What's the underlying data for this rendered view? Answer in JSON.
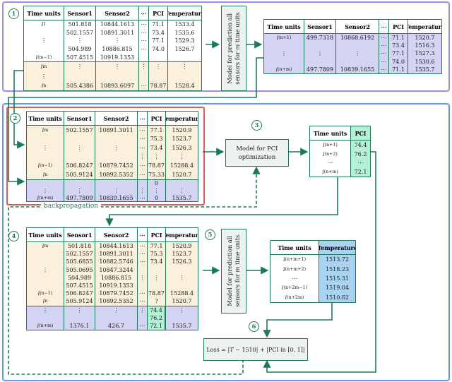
{
  "steps": [
    "1",
    "2",
    "3",
    "4",
    "5",
    "6"
  ],
  "colors": {
    "green": "#1d7a56",
    "cream": "#faf0dc",
    "lavender": "#d3d3f3",
    "mint": "#b4f0d3",
    "blue_cell": "#a9d3f1",
    "white": "#ffffff",
    "red_frame": "#e05c5c",
    "purple_frame": "#9e8cee",
    "blue_frame": "#5b9cf2",
    "box_fill": "#eef2ef"
  },
  "labels": {
    "model_predict_lines": [
      "Model for prediction all",
      "sensors for m time units"
    ],
    "model_pci_lines": [
      "Model for PCI",
      "optimization"
    ],
    "backprop": "backpropagation",
    "loss": "Loss = |T − 1510| + |PCI in [0, 1]|"
  },
  "tables": {
    "t1": {
      "columns": [
        "Time units",
        "Sensor1",
        "Sensor2",
        "⋯",
        "PCI",
        "Temperature"
      ],
      "sections": [
        {
          "bg": "white",
          "rows": [
            [
              "i_1",
              "501.818",
              "10844.1613",
              "⋯",
              "71.1",
              "1533.4"
            ],
            [
              "",
              "502.1557",
              "10891.3011",
              "⋯",
              "73.4",
              "1535.6"
            ],
            [
              "⋮",
              "⋮",
              "⋮",
              "⋯",
              "77.1",
              "1529.3"
            ],
            [
              "",
              "504.989",
              "10886.815",
              "⋯",
              "74.0",
              "1526.7"
            ],
            [
              "i_(m−1)",
              "507.4515",
              "10919.1353",
              "",
              "",
              ""
            ]
          ]
        },
        {
          "bg": "cream",
          "rows": [
            [
              "i_m",
              "⋮",
              "⋮",
              "⋮",
              "⋮",
              "⋮"
            ],
            [
              "⋮",
              "",
              "",
              "",
              "",
              ""
            ],
            [
              "i_n",
              "505.4386",
              "10893.6097",
              "⋯",
              "78.87",
              "1528.4"
            ]
          ]
        }
      ]
    },
    "tpred": {
      "columns": [
        "Time units",
        "Sensor1",
        "Sensor2",
        "⋯",
        "PCI",
        "Temperature"
      ],
      "sections": [
        {
          "bg": "lavender",
          "rows": [
            [
              "i_(n+1)",
              "499.7318",
              "10868.6192",
              "⋯",
              "71.1",
              "1520.7"
            ],
            [
              "",
              "",
              "",
              "⋯",
              "73.4",
              "1516.3"
            ],
            [
              "⋮",
              "⋮",
              "⋮",
              "⋯",
              "77.1",
              "1527.3"
            ],
            [
              "",
              "",
              "",
              "⋯",
              "74.0",
              "1530.6"
            ],
            [
              "i_(n+m)",
              "497.7809",
              "10839.1655",
              "⋯",
              "71.1",
              "1535.7"
            ]
          ]
        }
      ]
    },
    "t2": {
      "columns": [
        "Time units",
        "Sensor1",
        "Sensor2",
        "⋯",
        "PCI",
        "Temperature"
      ],
      "sections": [
        {
          "bg": "cream",
          "rows": [
            [
              "i_m",
              "502.1557",
              "10891.3011",
              "⋯",
              "77.1",
              "1520.9"
            ],
            [
              "",
              "",
              "",
              "⋯",
              "75.3",
              "1523.7"
            ],
            [
              "⋮",
              "⋮",
              "⋮",
              "⋯",
              "73.4",
              "1526.3"
            ],
            [
              "",
              "",
              "",
              "⋮",
              "⋮",
              "⋮"
            ],
            [
              "i_(n−1)",
              "506.8247",
              "10879.7452",
              "⋯",
              "78.87",
              "15288.4"
            ],
            [
              "i_n",
              "505.9124",
              "10892.5352",
              "⋯",
              "75.33",
              "1520.7"
            ]
          ]
        },
        {
          "bg": "lavender",
          "rows": [
            [
              "",
              "",
              "",
              "",
              "0",
              ""
            ],
            [
              "⋮",
              "⋮",
              "⋮",
              "⋮",
              "⋮",
              "⋮"
            ],
            [
              "i_(n+m)",
              "497.7809",
              "10839.1655",
              "⋯",
              "0",
              "1535.7"
            ]
          ]
        }
      ]
    },
    "tpci": {
      "columns": [
        "Time units",
        "PCI"
      ],
      "accent": {
        "col": 1,
        "color": "mint",
        "header": true
      },
      "sections": [
        {
          "bg": "white",
          "rows": [
            [
              "i_(n+1)",
              "74.4"
            ],
            [
              "i_(n+2)",
              "76.2"
            ],
            [
              "⋯",
              "⋯"
            ],
            [
              "i_(n+m)",
              "72.1"
            ]
          ]
        }
      ]
    },
    "t4": {
      "columns": [
        "Time units",
        "Sensor1",
        "Sensor2",
        "⋯",
        "PCI",
        "Temperature"
      ],
      "accent": {
        "col": 4,
        "color": "mint",
        "header": false,
        "sections": [
          1
        ],
        "boxed": true
      },
      "sections": [
        {
          "bg": "cream",
          "rows": [
            [
              "i_m",
              "501.818",
              "10844.1613",
              "⋯",
              "77.1",
              "1520.9"
            ],
            [
              "",
              "502.1557",
              "10891.3011",
              "⋯",
              "75.3",
              "1523.7"
            ],
            [
              "",
              "505.6855",
              "10882.5746",
              "⋯",
              "73.4",
              "1526.3"
            ],
            [
              "⋮",
              "505.0695",
              "10847.3244",
              "",
              "",
              ""
            ],
            [
              "",
              "504.989",
              "10886.815",
              "⋮",
              "⋮",
              "⋮"
            ],
            [
              "",
              "507.4515",
              "10919.1353",
              "",
              "",
              ""
            ],
            [
              "i_(n−1)",
              "506.8247",
              "10879.7452",
              "⋯",
              "78.87",
              "15288.4"
            ],
            [
              "i_n",
              "505.9124",
              "10892.5352",
              "⋯",
              "?",
              "1520.7"
            ]
          ]
        },
        {
          "bg": "lavender",
          "rows": [
            [
              "⋮",
              "⋮",
              "⋮",
              "⋮",
              "74.4",
              "⋮"
            ],
            [
              "",
              "",
              "",
              "",
              "76.2",
              ""
            ],
            [
              "i_(n+m)",
              "1376.1",
              "426.7",
              "⋯",
              "72.1",
              "1535.7"
            ]
          ]
        }
      ]
    },
    "ttemp": {
      "columns": [
        "Time units",
        "Temperature"
      ],
      "accent": {
        "col": 1,
        "color": "blue_cell",
        "header": true
      },
      "sections": [
        {
          "bg": "white",
          "rows": [
            [
              "i_(n+m+1)",
              "1513.72"
            ],
            [
              "i_(n+m+2)",
              "1518.23"
            ],
            [
              "⋯",
              "1515.31"
            ],
            [
              "i_(n+2m−1)",
              "1519.04"
            ],
            [
              "i_(n+2m)",
              "1510.62"
            ]
          ]
        }
      ]
    }
  }
}
